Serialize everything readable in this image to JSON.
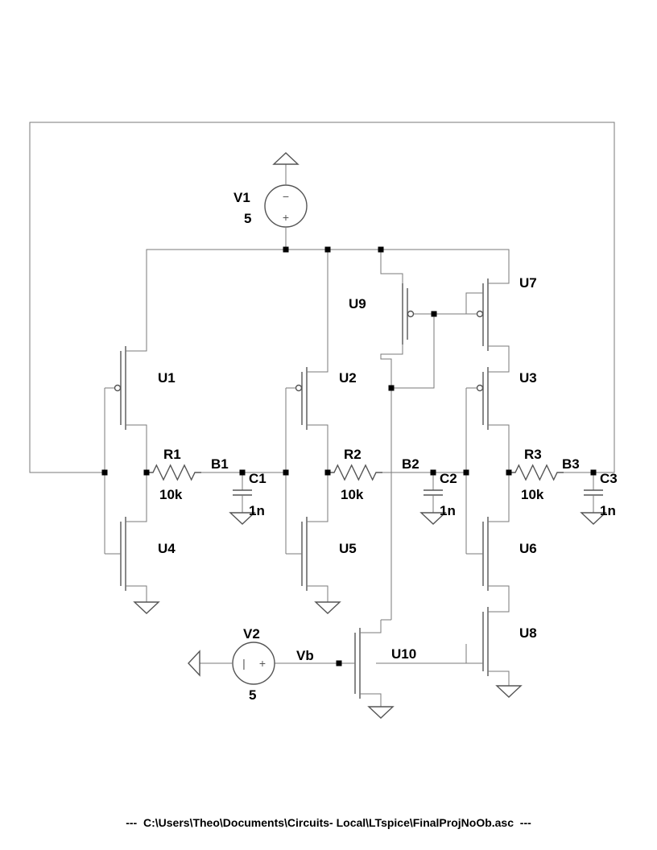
{
  "schematic": {
    "sources": [
      {
        "id": "V1",
        "value": "5"
      },
      {
        "id": "V2",
        "value": "5"
      }
    ],
    "transistors": [
      {
        "id": "U1",
        "type": "pmos"
      },
      {
        "id": "U2",
        "type": "pmos"
      },
      {
        "id": "U3",
        "type": "pmos"
      },
      {
        "id": "U4",
        "type": "nmos"
      },
      {
        "id": "U5",
        "type": "nmos"
      },
      {
        "id": "U6",
        "type": "nmos"
      },
      {
        "id": "U7",
        "type": "pmos"
      },
      {
        "id": "U8",
        "type": "nmos"
      },
      {
        "id": "U9",
        "type": "pmos"
      },
      {
        "id": "U10",
        "type": "nmos"
      }
    ],
    "resistors": [
      {
        "id": "R1",
        "value": "10k"
      },
      {
        "id": "R2",
        "value": "10k"
      },
      {
        "id": "R3",
        "value": "10k"
      }
    ],
    "capacitors": [
      {
        "id": "C1",
        "value": "1n"
      },
      {
        "id": "C2",
        "value": "1n"
      },
      {
        "id": "C3",
        "value": "1n"
      }
    ],
    "nets": [
      "B1",
      "B2",
      "B3",
      "Vb"
    ],
    "symbols": {
      "minus": "−",
      "plus": "+",
      "bar": "|"
    }
  },
  "footer": "---  C:\\Users\\Theo\\Documents\\Circuits- Local\\LTspice\\FinalProjNoOb.asc  ---"
}
